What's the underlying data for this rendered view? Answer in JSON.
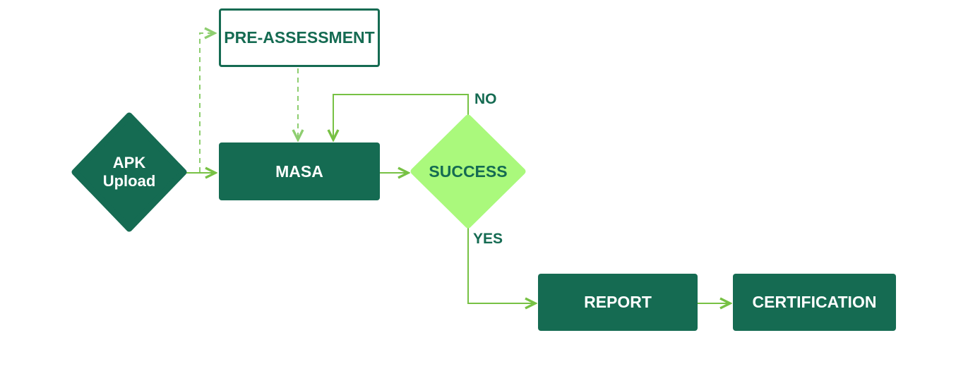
{
  "diagram": {
    "type": "flowchart",
    "background": "#ffffff",
    "colors": {
      "dark_green": "#156B52",
      "light_green": "#AAF97C",
      "arrow_solid": "#77C144",
      "arrow_dashed": "#8ECE70",
      "text_on_dark": "#FFFFFF"
    },
    "nodes": {
      "apk_upload": {
        "label": "APK\nUpload",
        "shape": "diamond",
        "fill": "#156B52"
      },
      "pre_assessment": {
        "label": "PRE-ASSESSMENT",
        "shape": "rect-outline",
        "fill": "#FFFFFF"
      },
      "masa": {
        "label": "MASA",
        "shape": "rect",
        "fill": "#156B52"
      },
      "success": {
        "label": "SUCCESS",
        "shape": "diamond",
        "fill": "#AAF97C"
      },
      "report": {
        "label": "REPORT",
        "shape": "rect",
        "fill": "#156B52"
      },
      "certification": {
        "label": "CERTIFICATION",
        "shape": "rect",
        "fill": "#156B52"
      }
    },
    "edge_labels": {
      "no": "NO",
      "yes": "YES"
    },
    "edges": [
      {
        "from": "apk_upload",
        "to": "masa",
        "style": "solid"
      },
      {
        "from": "apk_upload",
        "to": "pre_assessment",
        "style": "dashed"
      },
      {
        "from": "pre_assessment",
        "to": "masa",
        "style": "dashed"
      },
      {
        "from": "masa",
        "to": "success",
        "style": "solid"
      },
      {
        "from": "success",
        "to": "masa",
        "style": "solid",
        "label": "NO"
      },
      {
        "from": "success",
        "to": "report",
        "style": "solid",
        "label": "YES"
      },
      {
        "from": "report",
        "to": "certification",
        "style": "solid"
      }
    ]
  }
}
